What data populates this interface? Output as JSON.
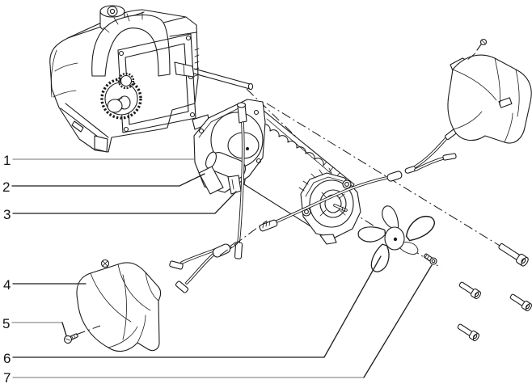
{
  "diagram": {
    "kind": "exploded-parts-diagram",
    "subject": "electric-motor-and-pump-assembly",
    "colors": {
      "background": "#ffffff",
      "line": "#1c1c1c",
      "leader_gray": "#8f8f8f"
    },
    "callouts": [
      {
        "label": "1",
        "points_to": "motor-front-bracket"
      },
      {
        "label": "2",
        "points_to": "brush-holder-assembly"
      },
      {
        "label": "3",
        "points_to": "terminal-clip"
      },
      {
        "label": "4",
        "points_to": "lower-motor-cover"
      },
      {
        "label": "5",
        "points_to": "lower-cover-screw"
      },
      {
        "label": "6",
        "points_to": "cooling-fan"
      },
      {
        "label": "7",
        "points_to": "fan-screw"
      }
    ],
    "parts": [
      {
        "name": "pump-gearbox-assembly"
      },
      {
        "name": "electric-motor"
      },
      {
        "name": "wire-harness"
      },
      {
        "name": "upper-motor-cover"
      },
      {
        "name": "lower-motor-cover"
      },
      {
        "name": "cooling-fan"
      },
      {
        "name": "through-bolts",
        "count": 4
      },
      {
        "name": "screws",
        "count": 4
      }
    ]
  }
}
